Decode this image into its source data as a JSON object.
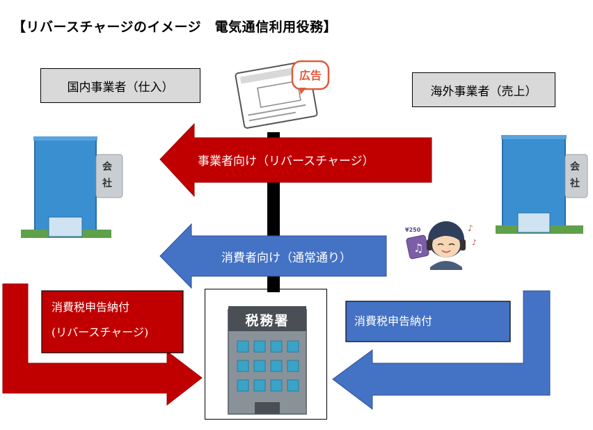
{
  "title": "【リバースチャージのイメージ　電気通信利用役務】",
  "domestic_box": "国内事業者（仕入）",
  "foreign_box": "海外事業者（売上）",
  "arrow_business": "事業者向け（リバースチャージ）",
  "arrow_consumer": "消費者向け（通常通り）",
  "left_tax_box": {
    "line1": "消費税申告納付",
    "line2": "(リバースチャージ)"
  },
  "right_tax_box": "消費税申告納付",
  "icons": {
    "ad_sign_text": "広告",
    "company_sign_text_1": "会",
    "company_sign_text_2": "社",
    "tax_office_sign": "税務署",
    "price_tag": "¥250"
  },
  "colors": {
    "red_arrow": "#c00000",
    "blue_arrow": "#4472c4",
    "gray_box": "#d9d9d9",
    "building_blue": "#3a8fd1",
    "tax_office_gray": "#8a9299"
  }
}
